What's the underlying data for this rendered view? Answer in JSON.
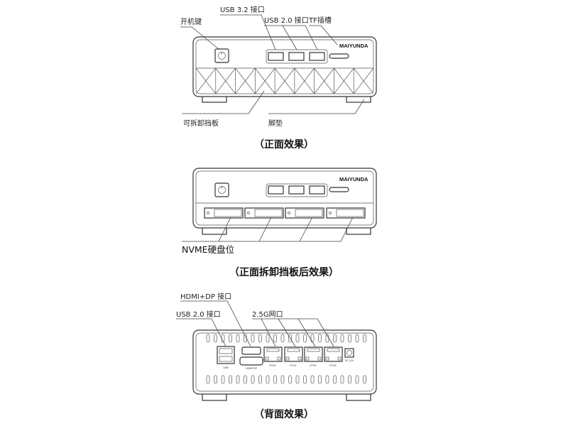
{
  "brand": "MAIYUNDA",
  "front": {
    "labels": {
      "power": "开机键",
      "usb32": "USB 3.2 接口",
      "usb20": "USB 2.0 接口",
      "tf": "TF插槽",
      "panel": "可拆卸挡板",
      "feet": "脚垫"
    },
    "caption": "（正面效果）"
  },
  "front_open": {
    "labels": {
      "nvme": "NVME硬盘位"
    },
    "caption": "（正面拆卸挡板后效果）"
  },
  "back": {
    "labels": {
      "hdmi_dp": "HDMI+DP 接口",
      "usb20": "USB 2.0 接口",
      "lan": "2.5G网口"
    },
    "port_labels": {
      "usb": "USB",
      "hdmi": "HDMI+DP",
      "eth": [
        "ETH0",
        "ETH1",
        "ETH2",
        "ETH3"
      ],
      "dc": "DC-12V"
    },
    "caption": "（背面效果）"
  }
}
